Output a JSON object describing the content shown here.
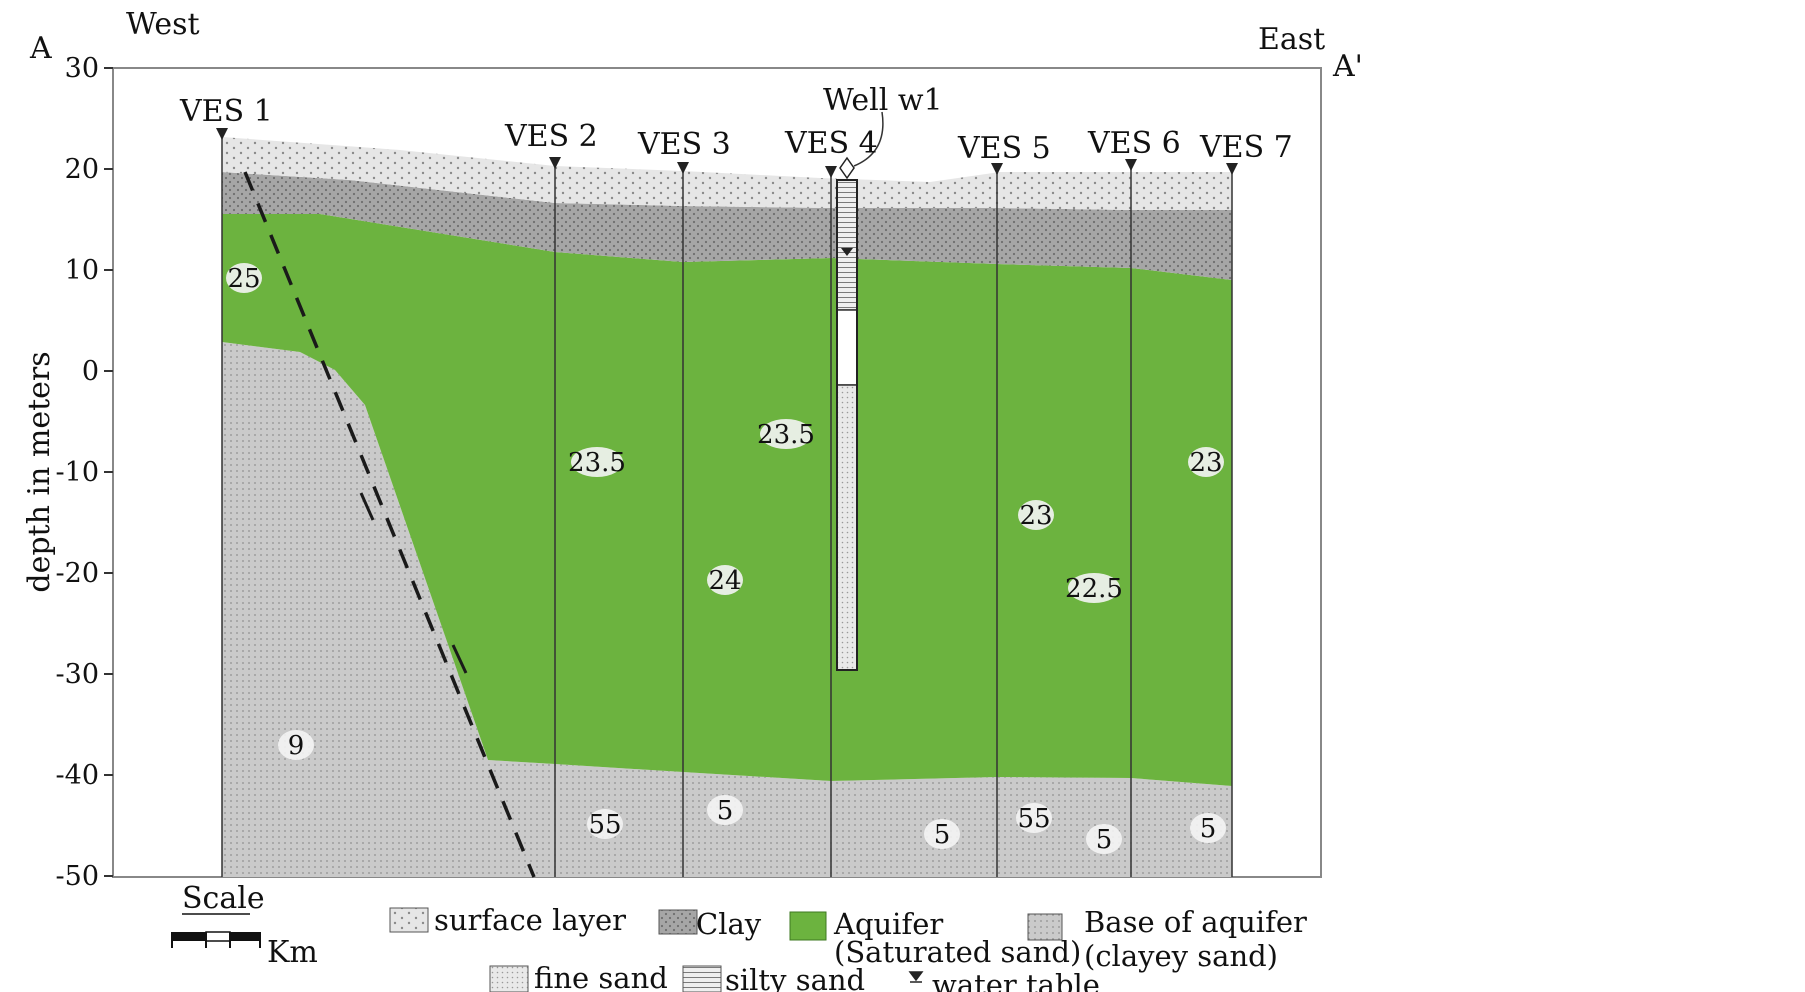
{
  "section": {
    "start_label": "A",
    "end_label": "A'",
    "west_label": "West",
    "east_label": "East"
  },
  "axis": {
    "y_label": "depth in meters",
    "y_ticks": [
      "30",
      "20",
      "10",
      "0",
      "-10",
      "-20",
      "-30",
      "-40",
      "-50"
    ]
  },
  "soundings": [
    {
      "label": "VES 1"
    },
    {
      "label": "VES 2"
    },
    {
      "label": "VES 3"
    },
    {
      "label": "VES 4"
    },
    {
      "label": "VES 5"
    },
    {
      "label": "VES 6"
    },
    {
      "label": "VES 7"
    }
  ],
  "well": {
    "label": "Well w1"
  },
  "resistivity_values": [
    "25",
    "23.5",
    "23.5",
    "24",
    "23",
    "22.5",
    "23",
    "9",
    "55",
    "5",
    "5",
    "55",
    "5",
    "5"
  ],
  "scale": {
    "title": "Scale",
    "unit": "Km"
  },
  "legend": {
    "surface": "surface layer",
    "clay": "Clay",
    "aquifer_line1": "Aquifer",
    "aquifer_line2": "(Saturated sand)",
    "base_line1": "Base of aquifer",
    "base_line2": "(clayey sand)",
    "fine_sand": "fine sand",
    "silty_sand": "silty sand",
    "water_table": "water table"
  },
  "colors": {
    "aquifer": "#6cb33f",
    "base": "#c9c9c9",
    "surface": "#e4e4e4",
    "clay": "#a9a9a9"
  }
}
